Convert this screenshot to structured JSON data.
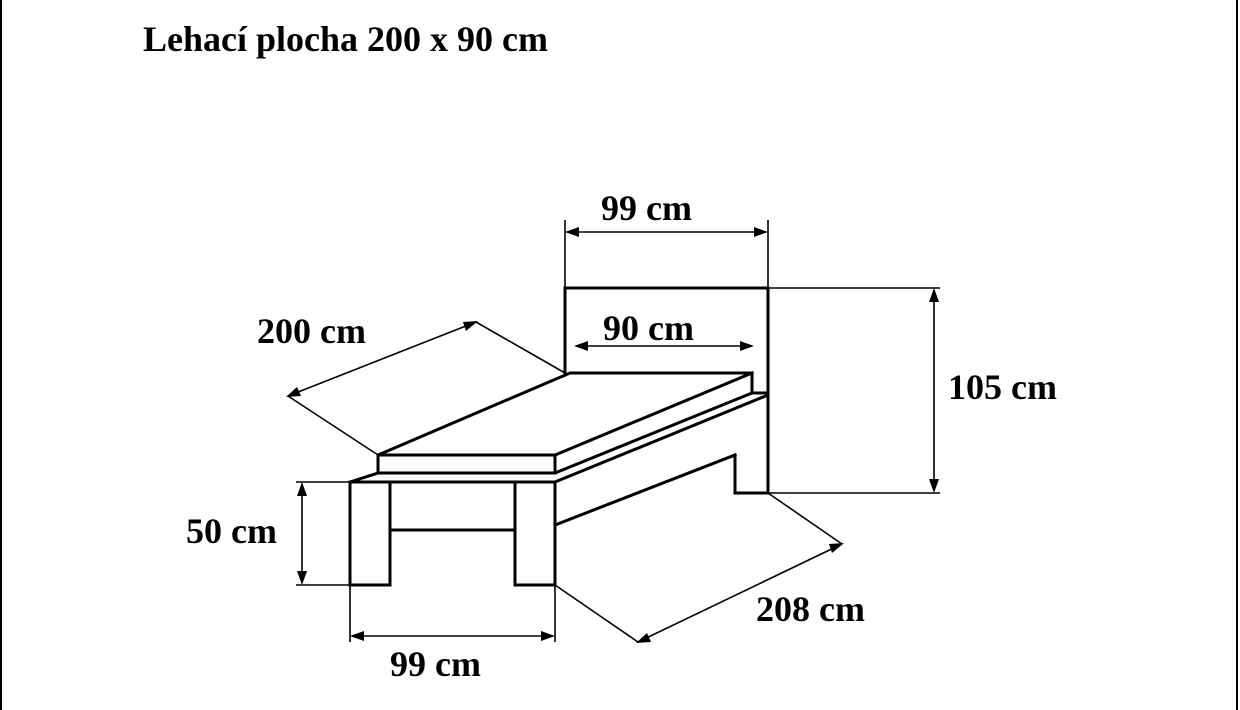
{
  "title": "Lehací plocha 200 x 90 cm",
  "dimensions": {
    "headboard_width": "99 cm",
    "mattress_width": "90 cm",
    "height": "105 cm",
    "mattress_length": "200 cm",
    "leg_height": "50 cm",
    "front_width": "99 cm",
    "total_length": "208 cm"
  }
}
